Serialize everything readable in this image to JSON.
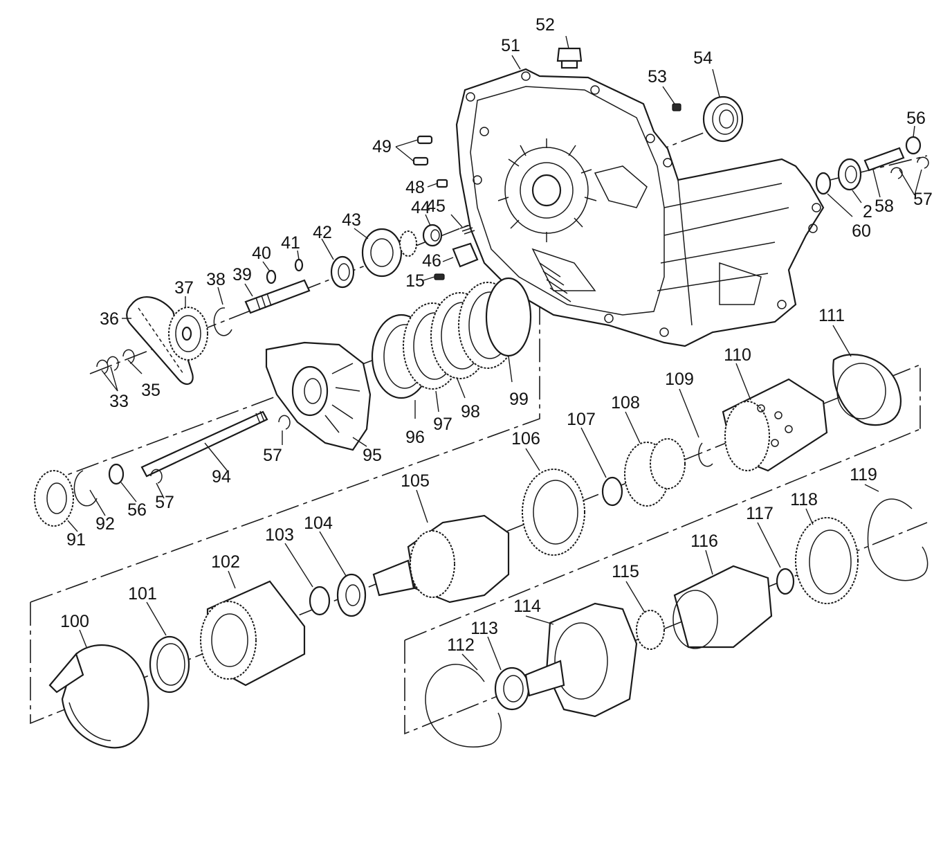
{
  "labels": {
    "l2": "2",
    "l15": "15",
    "l33": "33",
    "l35": "35",
    "l36": "36",
    "l37": "37",
    "l38": "38",
    "l39": "39",
    "l40": "40",
    "l41": "41",
    "l42": "42",
    "l43": "43",
    "l44": "44",
    "l45": "45",
    "l46": "46",
    "l48": "48",
    "l49": "49",
    "l51": "51",
    "l52": "52",
    "l53": "53",
    "l54": "54",
    "l56a": "56",
    "l56b": "56",
    "l57a": "57",
    "l57b": "57",
    "l57c": "57",
    "l58": "58",
    "l60": "60",
    "l91": "91",
    "l92": "92",
    "l94": "94",
    "l95": "95",
    "l96": "96",
    "l97": "97",
    "l98": "98",
    "l99": "99",
    "l100": "100",
    "l101": "101",
    "l102": "102",
    "l103": "103",
    "l104": "104",
    "l105": "105",
    "l106": "106",
    "l107": "107",
    "l108": "108",
    "l109": "109",
    "l110": "110",
    "l111": "111",
    "l112": "112",
    "l113": "113",
    "l114": "114",
    "l115": "115",
    "l116": "116",
    "l117": "117",
    "l118": "118",
    "l119": "119"
  }
}
